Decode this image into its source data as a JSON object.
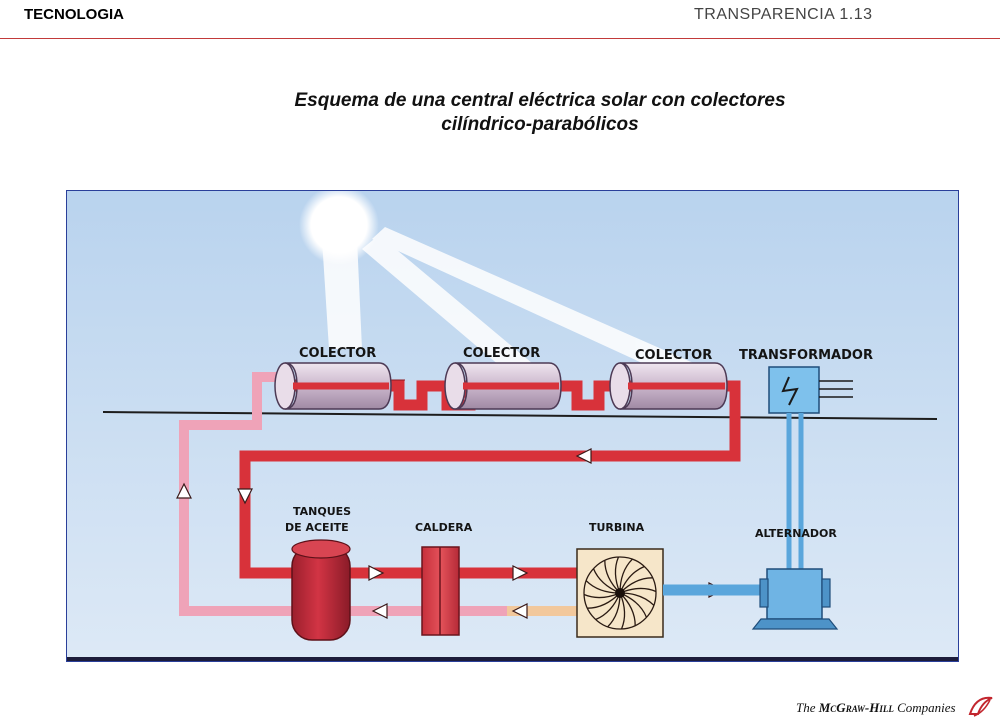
{
  "header": {
    "left": "TECNOLOGIA",
    "right": "TRANSPARENCIA 1.13"
  },
  "title": {
    "line1": "Esquema de una central eléctrica solar con colectores",
    "line2": "cilíndrico-parabólicos"
  },
  "diagram": {
    "labels": {
      "collector_1": "COLECTOR",
      "collector_2": "COLECTOR",
      "collector_3": "COLECTOR",
      "transformer": "TRANSFORMADOR",
      "tanks_line1": "TANQUES",
      "tanks_line2": "DE ACEITE",
      "boiler": "CALDERA",
      "turbine": "TURBINA",
      "alternator": "ALTERNADOR"
    },
    "colors": {
      "sky_top": "#b9d3ee",
      "sky_bottom": "#d7e6f6",
      "hot_pipe": "#d8323a",
      "cool_pipe": "#efa3b8",
      "electric": "#5aa6dc",
      "tank": "#c4283a"
    }
  },
  "footer": {
    "brand_prefix": "The ",
    "brand_name": "McGraw-Hill",
    "brand_suffix": " Companies"
  }
}
